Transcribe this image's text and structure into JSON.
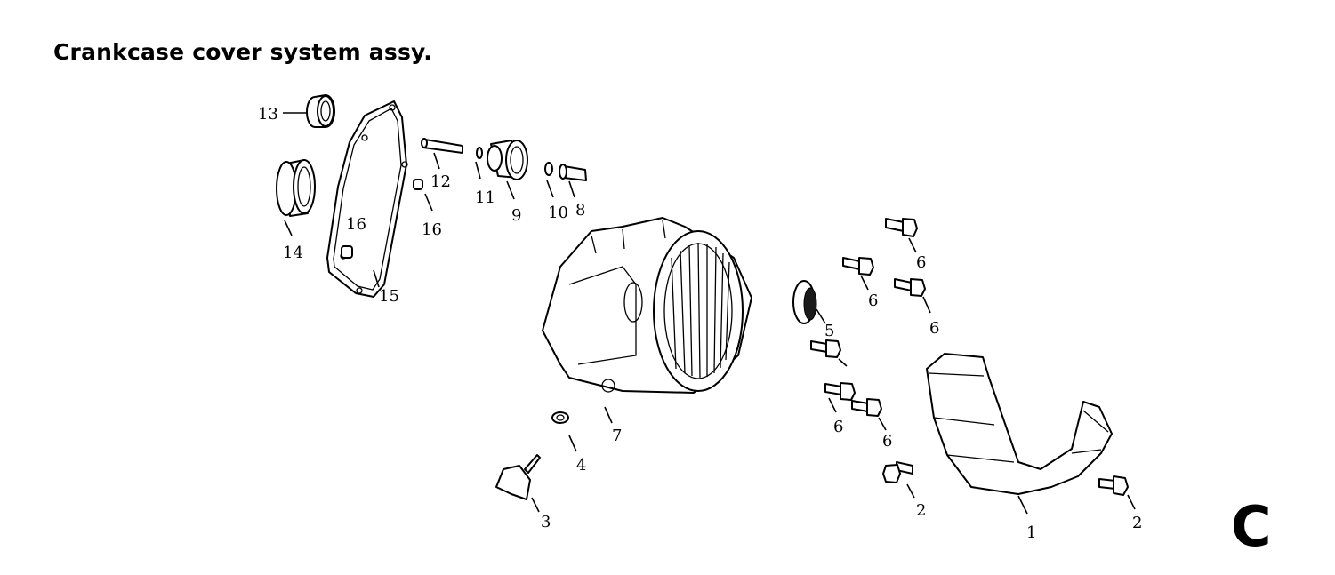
{
  "title": "Crankcase cover system assy.",
  "section_letter": "C",
  "callouts": {
    "c1": "1",
    "c2a": "2",
    "c2b": "2",
    "c3": "3",
    "c4": "4",
    "c5": "5",
    "c6a": "6",
    "c6b": "6",
    "c6c": "6",
    "c6d": "6",
    "c6e": "6",
    "c7": "7",
    "c8": "8",
    "c9": "9",
    "c10": "10",
    "c11": "11",
    "c12": "12",
    "c13": "13",
    "c14": "14",
    "c15": "15",
    "c16a": "16",
    "c16b": "16"
  },
  "colors": {
    "ink": "#000000",
    "paper": "#ffffff"
  }
}
